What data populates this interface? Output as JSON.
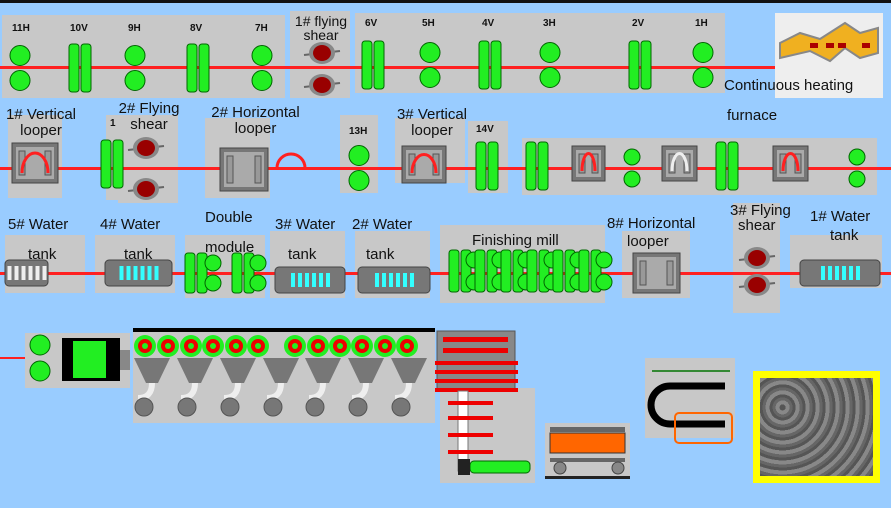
{
  "row1": {
    "stands": [
      "11H",
      "10V",
      "9H",
      "8V",
      "7H",
      "6V",
      "5H",
      "4V",
      "3H",
      "2V",
      "1H"
    ],
    "flying_shear": "1# flying shear",
    "furnace_line1": "Continuous heating",
    "furnace_line2": "furnace"
  },
  "row2": {
    "vertical_looper1": "1# Vertical looper",
    "stand1_label": "1",
    "flying_shear2": "2# Flying shear",
    "horizontal_looper2": "2# Horizontal looper",
    "stand13": "13H",
    "vertical_looper3": "3# Vertical looper",
    "stand14": "14V"
  },
  "row3": {
    "water5": "5# Water",
    "water4": "4# Water",
    "double_line1": "Double",
    "double_line2": "module",
    "water3": "3# Water",
    "water2": "2# Water",
    "tank": "tank",
    "finishing_mill": "Finishing mill",
    "horizontal_looper8_line1": "8# Horizontal",
    "horizontal_looper8_line2": "looper",
    "flying_shear3_line1": "3# Flying",
    "flying_shear3_line2": "shear",
    "water1_line1": "1# Water",
    "water1_line2": "tank"
  },
  "colors": {
    "background": "#99ccff",
    "panel": "#c8c8c8",
    "roll": "#22ee22",
    "strip": "#ff2020",
    "shear": "#990000",
    "water": "#33ffff",
    "coil_frame": "#ffff00",
    "trolley": "#ff6600"
  }
}
